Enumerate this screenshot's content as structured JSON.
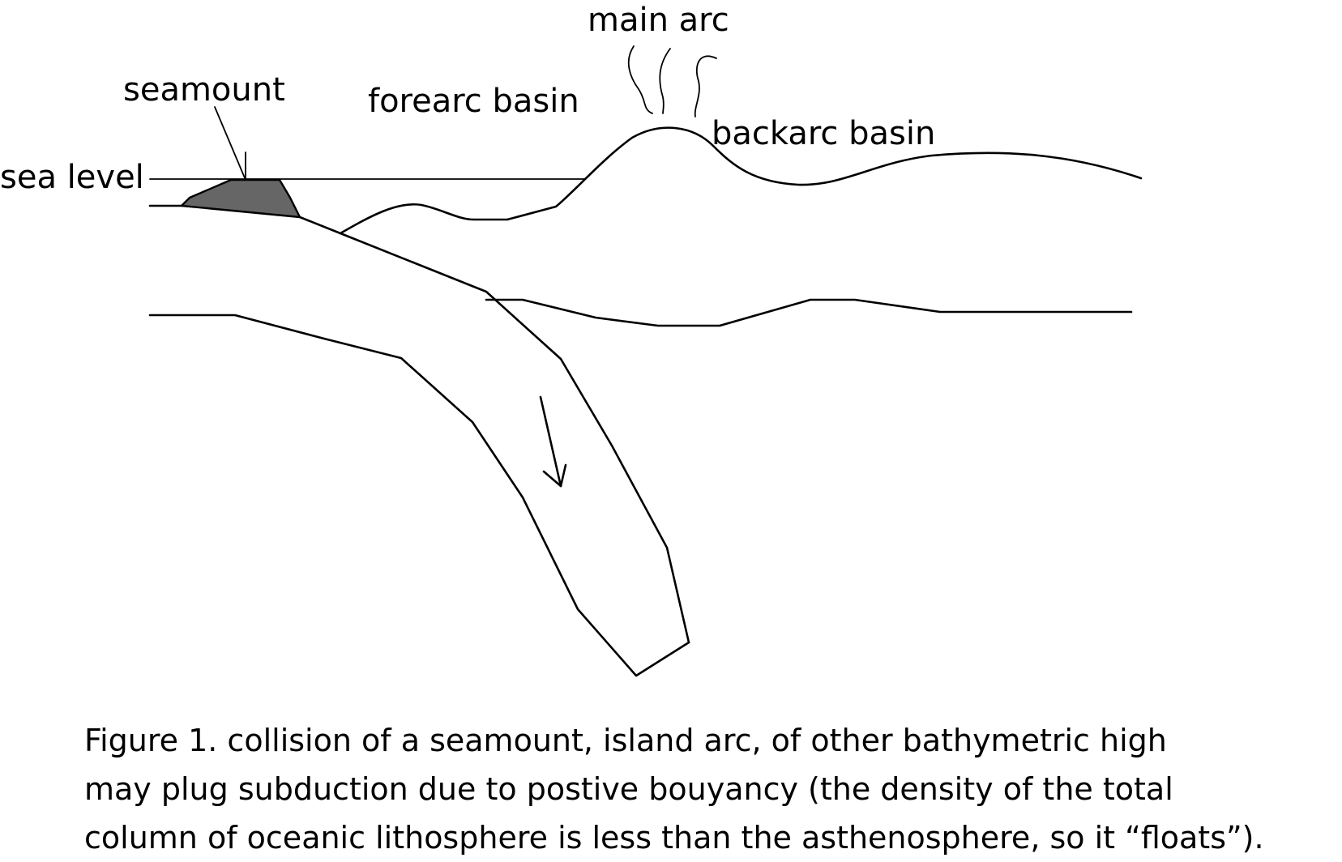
{
  "labels": {
    "main_arc": "main arc",
    "seamount": "seamount",
    "forearc_basin": "forearc basin",
    "backarc_basin": "backarc basin",
    "sea_level": "sea level"
  },
  "caption": {
    "lines": [
      "Figure 1. collision of a seamount, island arc, of other bathymetric high",
      "may plug subduction due to postive bouyancy (the density of the total",
      "column of oceanic lithosphere is less than the asthenosphere, so it “floats”)."
    ]
  },
  "colors": {
    "line": "#000000",
    "seamount_fill": "#666666",
    "background": "#ffffff"
  }
}
